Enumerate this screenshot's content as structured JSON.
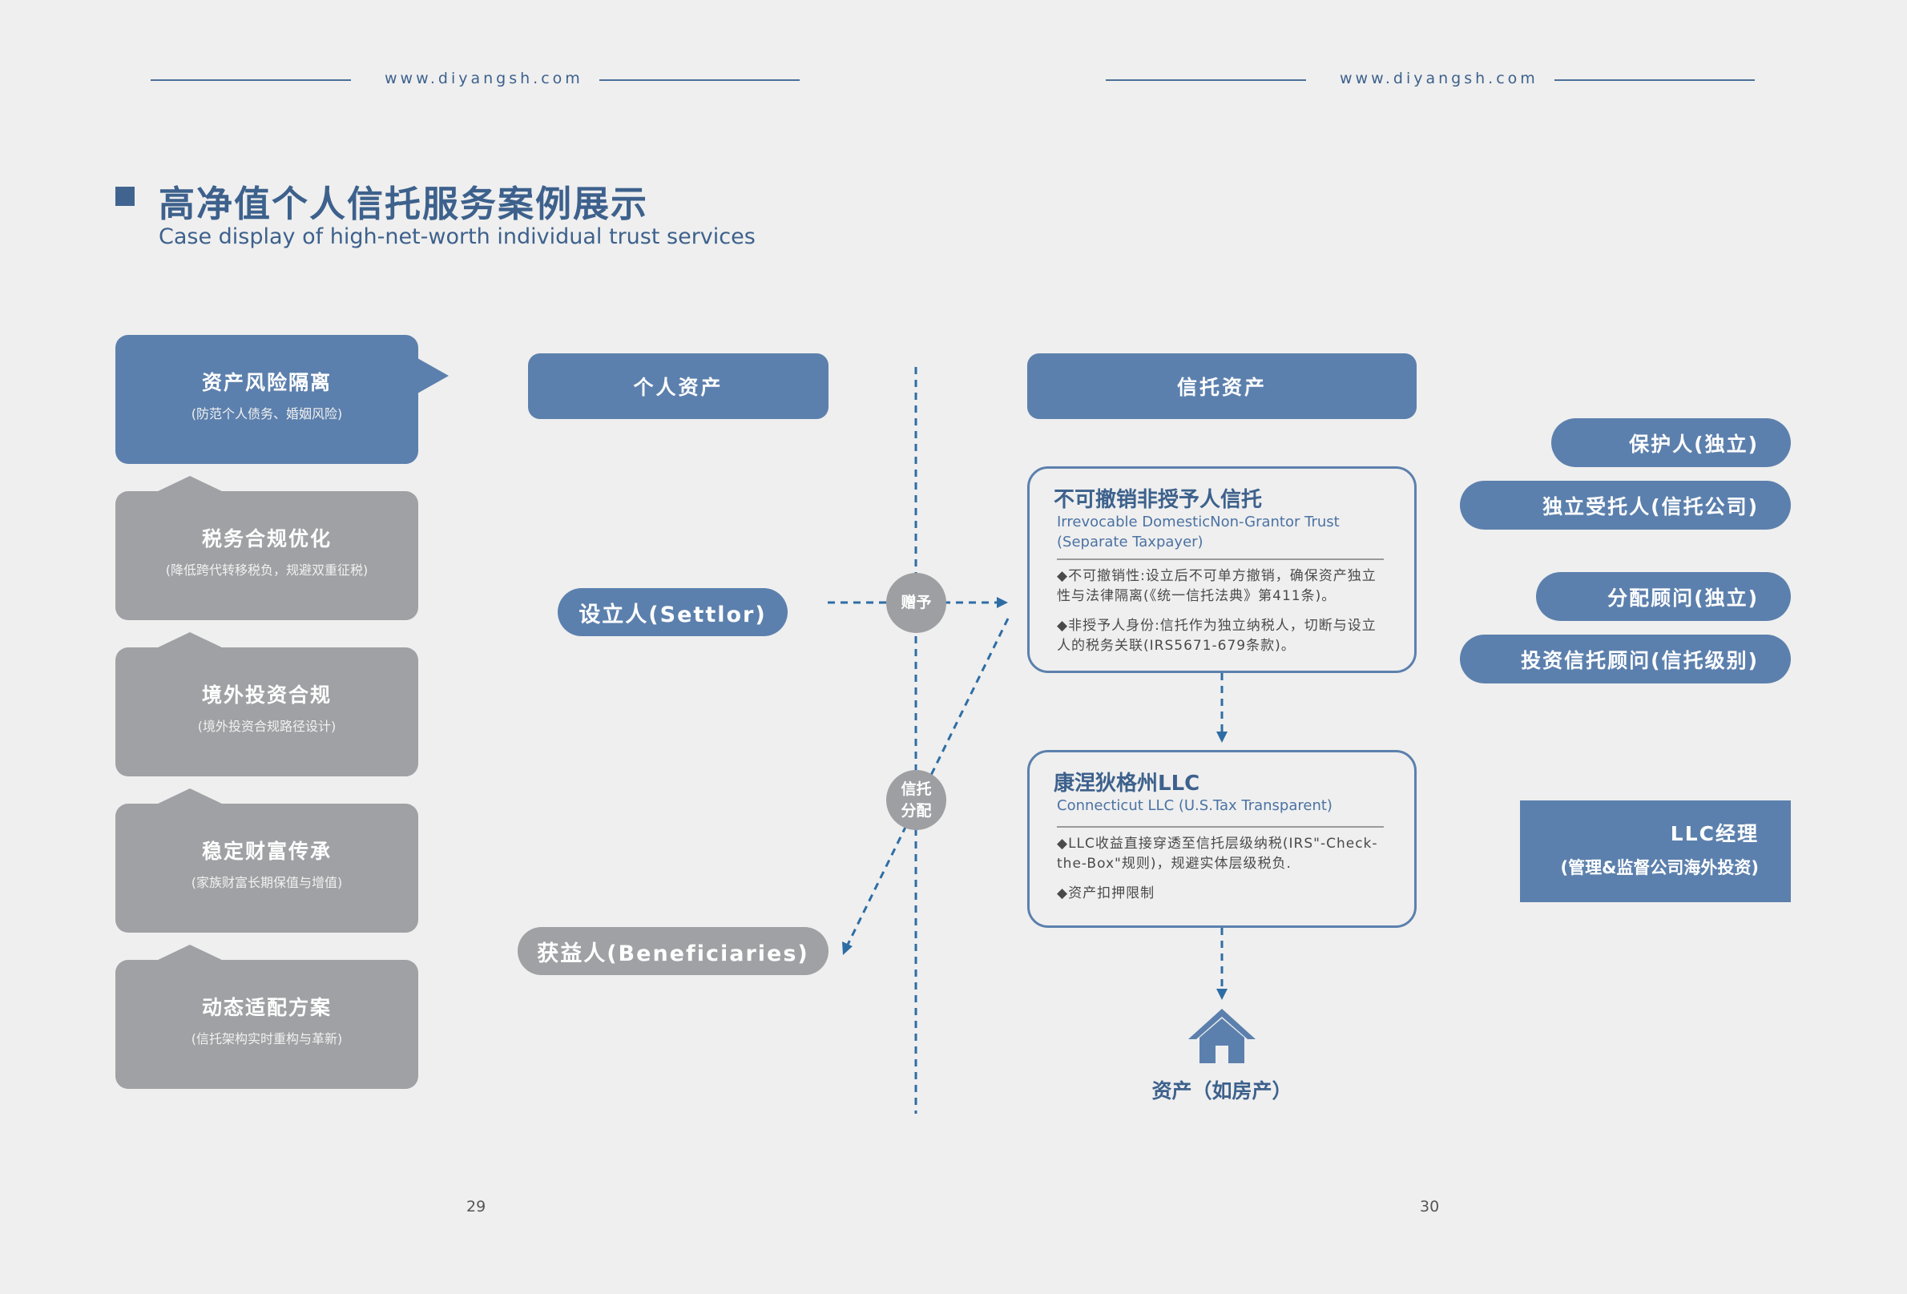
{
  "header": {
    "url_left": "www.diyangsh.com",
    "url_right": "www.diyangsh.com"
  },
  "title": {
    "zh": "高净值个人信托服务案例展示",
    "en": "Case display of high-net-worth individual trust services"
  },
  "left_boxes": [
    {
      "title": "资产风险隔离",
      "sub": "(防范个人债务、婚姻风险)",
      "active": true
    },
    {
      "title": "税务合规优化",
      "sub": "(降低跨代转移税负，规避双重征税)",
      "active": false
    },
    {
      "title": "境外投资合规",
      "sub": "(境外投资合规路径设计)",
      "active": false
    },
    {
      "title": "稳定财富传承",
      "sub": "(家族财富长期保值与增值)",
      "active": false
    },
    {
      "title": "动态适配方案",
      "sub": "(信托架构实时重构与革新)",
      "active": false
    }
  ],
  "diagram": {
    "personal_assets": "个人资产",
    "trust_assets": "信托资产",
    "settlor": "设立人(Settlor)",
    "beneficiaries": "获益人(Beneficiaries)",
    "gift_circle": "赠予",
    "dist_circle": {
      "line1": "信托",
      "line2": "分配"
    },
    "trust_card": {
      "title": "不可撤销非授予人信托",
      "en1": "Irrevocable DomesticNon-Grantor Trust",
      "en2": "(Separate Taxpayer)",
      "p1": "◆不可撤销性:设立后不可单方撤销，确保资产独立性与法律隔离(《统一信托法典》第411条)。",
      "p2": "◆非授予人身份:信托作为独立纳税人，切断与设立人的税务关联(IRS5671-679条款)。"
    },
    "llc_card": {
      "title": "康涅狄格州LLC",
      "en": "Connecticut LLC (U.S.Tax Transparent)",
      "p1": "◆LLC收益直接穿透至信托层级纳税(IRS\"-Check-the-Box\"规则)，规避实体层级税负.",
      "p2": "◆资产扣押限制"
    },
    "house_label": "资产（如房产）"
  },
  "right_roles": [
    "保护人(独立)",
    "独立受托人(信托公司)",
    "分配顾问(独立)",
    "投资信托顾问(信托级别)"
  ],
  "llc_manager": {
    "line1": "LLC经理",
    "line2": "(管理&监督公司海外投资)"
  },
  "page_numbers": {
    "left": "29",
    "right": "30"
  },
  "colors": {
    "blue": "#5c80ad",
    "dark_blue": "#3d618c",
    "gray": "#a0a1a4",
    "arrow": "#2e6da4",
    "background": "#efefef"
  },
  "icons": {
    "house": "house-icon"
  }
}
